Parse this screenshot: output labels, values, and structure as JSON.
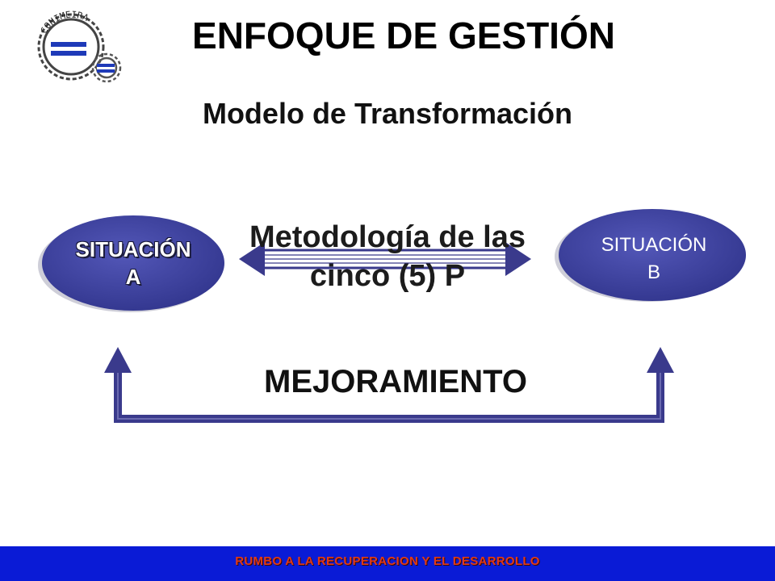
{
  "title": "ENFOQUE DE GESTIÓN",
  "subtitle": "Modelo de Transformación",
  "logo": {
    "text": "CONIMEIRA",
    "icon": "gear-logo-icon"
  },
  "diagram": {
    "situation_a": {
      "line1": "SITUACIÓN",
      "line2": "A"
    },
    "situation_b": {
      "line1": "SITUACIÓN",
      "line2": "B"
    },
    "methodology": {
      "line1": "Metodología de las",
      "line2": "cinco (5) P"
    },
    "improvement": "MEJORAMIENTO"
  },
  "footer": "RUMBO A LA RECUPERACION Y EL DESARROLLO",
  "colors": {
    "ellipse_fill": "#3b3f9e",
    "arrow": "#3a3a8c",
    "footer_bar": "#0a1bd6",
    "footer_text": "#e03a18"
  }
}
